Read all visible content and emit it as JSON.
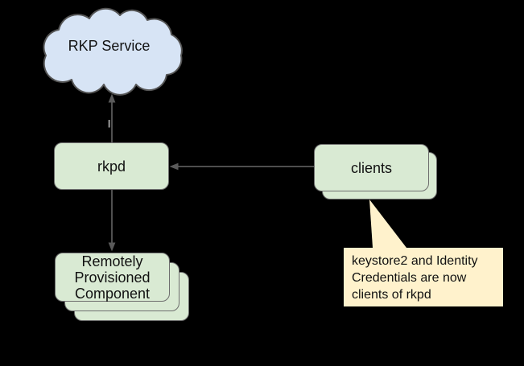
{
  "canvas": {
    "background": "#000000"
  },
  "colors": {
    "bg": "#000000",
    "node-green": "#d9ead3",
    "node-blue": "#d7e4f5",
    "callout-yellow": "#fff2cc",
    "border-gray": "#6e6e6e",
    "cloud-border": "#555555",
    "line-gray": "#5a5a5a",
    "text": "#111111"
  },
  "diagram": {
    "nodes": {
      "rkp_service": {
        "label": "RKP Service",
        "shape": "cloud",
        "fill": "#d7e4f5"
      },
      "rkpd": {
        "label": "rkpd",
        "shape": "rounded-rect",
        "fill": "#d9ead3"
      },
      "clients": {
        "label": "clients",
        "shape": "stacked-rounded-rect",
        "stack_count": 2,
        "fill": "#d9ead3"
      },
      "rpc": {
        "label_lines": [
          "Remotely",
          "Provisioned",
          "Component"
        ],
        "shape": "stacked-rounded-rect",
        "stack_count": 3,
        "fill": "#d9ead3"
      }
    },
    "edges": [
      {
        "from": "rkpd",
        "to": "rkp_service",
        "direction": "up",
        "arrowhead": "at-rkp-service"
      },
      {
        "from": "clients",
        "to": "rkpd",
        "direction": "left",
        "arrowhead": "at-rkpd"
      },
      {
        "from": "rkpd",
        "to": "rpc",
        "direction": "down",
        "arrowhead": "at-rpc"
      }
    ],
    "callout": {
      "text_lines": [
        "keystore2 and Identity",
        "Credentials are now",
        "clients of rkpd"
      ],
      "fill": "#fff2cc",
      "points_to": "clients"
    }
  }
}
